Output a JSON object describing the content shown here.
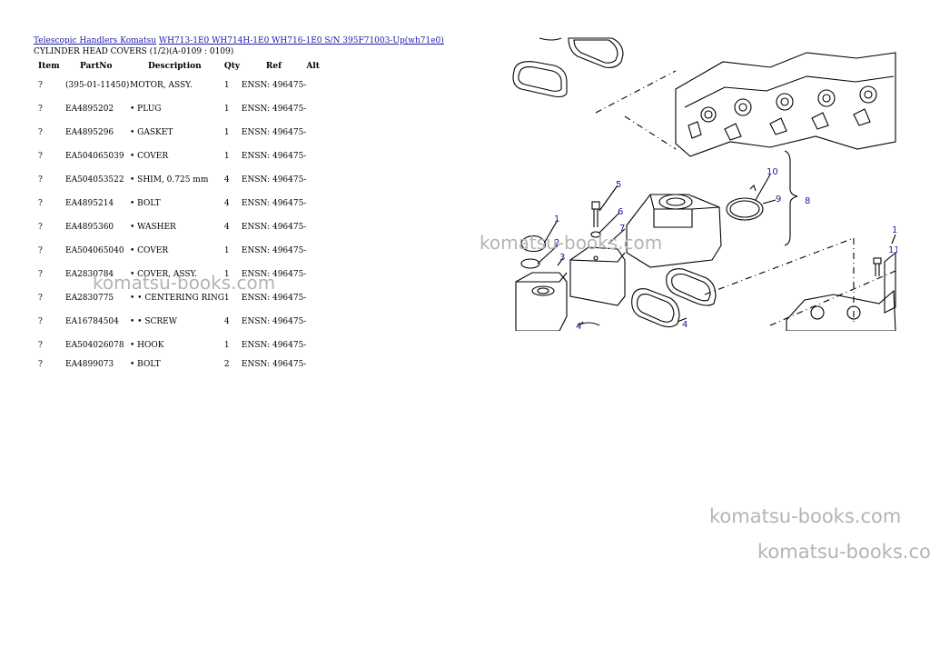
{
  "breadcrumb": {
    "link1": "Telescopic Handlers Komatsu",
    "link2": "WH713-1E0 WH714H-1E0 WH716-1E0 S/N  395F71003-Up(wh71e0)"
  },
  "subtitle": "CYLINDER HEAD COVERS (1/2)(A-0109 : 0109)",
  "table": {
    "headers": {
      "item": "Item",
      "partno": "PartNo",
      "description": "Description",
      "qty": "Qty",
      "ref": "Ref",
      "alt": "Alt"
    },
    "rows": [
      {
        "item": "?",
        "partno": "(395-01-11450)",
        "description": "MOTOR, ASSY.",
        "qty": "1",
        "ref": "ENSN: 496475-"
      },
      {
        "item": "?",
        "partno": "EA4895202",
        "description": "• PLUG",
        "qty": "1",
        "ref": "ENSN: 496475-"
      },
      {
        "item": "?",
        "partno": "EA4895296",
        "description": "• GASKET",
        "qty": "1",
        "ref": "ENSN: 496475-"
      },
      {
        "item": "?",
        "partno": "EA504065039",
        "description": "• COVER",
        "qty": "1",
        "ref": "ENSN: 496475-"
      },
      {
        "item": "?",
        "partno": "EA504053522",
        "description": "• SHIM, 0.725 mm",
        "qty": "4",
        "ref": "ENSN: 496475-"
      },
      {
        "item": "?",
        "partno": "EA4895214",
        "description": "• BOLT",
        "qty": "4",
        "ref": "ENSN: 496475-"
      },
      {
        "item": "?",
        "partno": "EA4895360",
        "description": "• WASHER",
        "qty": "4",
        "ref": "ENSN: 496475-"
      },
      {
        "item": "?",
        "partno": "EA504065040",
        "description": "• COVER",
        "qty": "1",
        "ref": "ENSN: 496475-"
      },
      {
        "item": "?",
        "partno": "EA2830784",
        "description": "• COVER, ASSY.",
        "qty": "1",
        "ref": "ENSN: 496475-"
      },
      {
        "item": "?",
        "partno": "EA2830775",
        "description": "• • CENTERING RING",
        "qty": "1",
        "ref": "ENSN: 496475-"
      },
      {
        "item": "?",
        "partno": "EA16784504",
        "description": "• • SCREW",
        "qty": "4",
        "ref": "ENSN: 496475-"
      },
      {
        "item": "?",
        "partno": "EA504026078",
        "description": "• HOOK",
        "qty": "1",
        "ref": "ENSN: 496475-"
      },
      {
        "item": "?",
        "partno": "EA4899073",
        "description": "• BOLT",
        "qty": "2",
        "ref": "ENSN: 496475-"
      }
    ]
  },
  "diagram": {
    "callouts": [
      "1",
      "2",
      "3",
      "4",
      "5",
      "6",
      "7",
      "8",
      "9",
      "10",
      "4",
      "1",
      "11"
    ]
  },
  "watermarks": [
    "komatsu-books.com",
    "komatsu-books.com",
    "komatsu-books.com",
    "komatsu-books.com"
  ],
  "colors": {
    "link": "#1a1aa6",
    "callout": "#1a1aa6",
    "watermark": "#b4b4b4"
  }
}
